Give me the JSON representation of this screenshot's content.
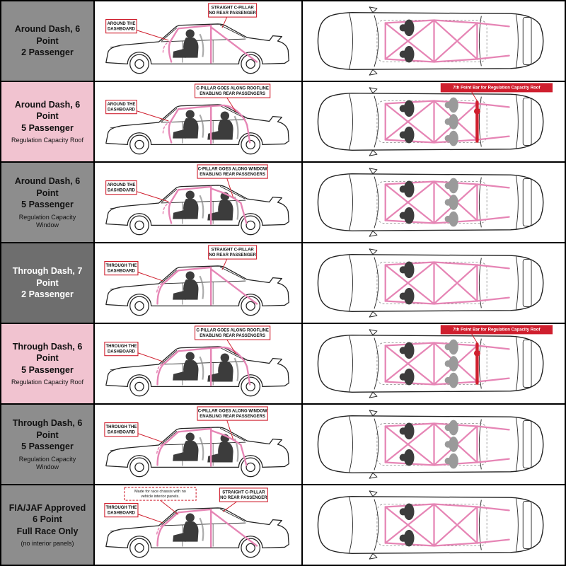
{
  "colors": {
    "cage_pink": "#e685b5",
    "red": "#cf1f2e",
    "figure_dark": "#3c3c3c",
    "figure_gray": "#9a9a9a",
    "outline": "#222222",
    "label_gray": "#8d8d8d",
    "label_dark": "#6e6e6e",
    "label_pink": "#f1c3d0"
  },
  "table": {
    "rows": [
      {
        "title_lines": [
          "Around Dash, 6 Point",
          "2 Passenger"
        ],
        "subtitle": "",
        "label_style": "gray",
        "dash_note": [
          "AROUND THE",
          "DASHBOARD"
        ],
        "pillar_note": [
          "STRAIGHT C-PILLAR",
          "NO REAR PASSENGER"
        ],
        "race_note": null,
        "top_note": null,
        "config": {
          "dash": "around",
          "cpillar": "straight",
          "passengers": 2,
          "seventh_point": false
        }
      },
      {
        "title_lines": [
          "Around Dash, 6 Point",
          "5 Passenger"
        ],
        "subtitle": "Regulation Capacity Roof",
        "label_style": "pink",
        "dash_note": [
          "AROUND THE",
          "DASHBOARD"
        ],
        "pillar_note": [
          "C-PILLAR GOES ALONG ROOFLINE",
          "ENABLING REAR PASSENGERS"
        ],
        "race_note": null,
        "top_note": "7th Point Bar for Regulation Capacity Roof",
        "config": {
          "dash": "around",
          "cpillar": "roofline",
          "passengers": 5,
          "seventh_point": true
        }
      },
      {
        "title_lines": [
          "Around Dash, 6 Point",
          "5 Passenger"
        ],
        "subtitle": "Regulation Capacity Window",
        "label_style": "gray",
        "dash_note": [
          "AROUND THE",
          "DASHBOARD"
        ],
        "pillar_note": [
          "C-PILLAR GOES ALONG WINDOW",
          "ENABLING REAR PASSENGERS"
        ],
        "race_note": null,
        "top_note": null,
        "config": {
          "dash": "around",
          "cpillar": "window",
          "passengers": 5,
          "seventh_point": false
        }
      },
      {
        "title_lines": [
          "Through Dash, 7 Point",
          "2 Passenger"
        ],
        "subtitle": "",
        "label_style": "dark",
        "dash_note": [
          "THROUGH THE",
          "DASHBOARD"
        ],
        "pillar_note": [
          "STRAIGHT C-PILLAR",
          "NO REAR PASSENGER"
        ],
        "race_note": null,
        "top_note": null,
        "config": {
          "dash": "through",
          "cpillar": "straight",
          "passengers": 2,
          "seventh_point": false
        }
      },
      {
        "title_lines": [
          "Through Dash, 6 Point",
          "5 Passenger"
        ],
        "subtitle": "Regulation Capacity Roof",
        "label_style": "pink",
        "dash_note": [
          "THROUGH THE",
          "DASHBOARD"
        ],
        "pillar_note": [
          "C-PILLAR GOES ALONG ROOFLINE",
          "ENABLING REAR PASSENGERS"
        ],
        "race_note": null,
        "top_note": "7th Point Bar for Regulation Capacity Roof",
        "config": {
          "dash": "through",
          "cpillar": "roofline",
          "passengers": 5,
          "seventh_point": true
        }
      },
      {
        "title_lines": [
          "Through Dash, 6 Point",
          "5 Passenger"
        ],
        "subtitle": "Regulation Capacity Window",
        "label_style": "gray",
        "dash_note": [
          "THROUGH THE",
          "DASHBOARD"
        ],
        "pillar_note": [
          "C-PILLAR GOES ALONG WINDOW",
          "ENABLING REAR PASSENGERS"
        ],
        "race_note": null,
        "top_note": null,
        "config": {
          "dash": "through",
          "cpillar": "window",
          "passengers": 5,
          "seventh_point": false
        }
      },
      {
        "title_lines": [
          "FIA/JAF Approved",
          "6 Point",
          "Full Race Only"
        ],
        "subtitle": "(no interior panels)",
        "label_style": "gray",
        "dash_note": [
          "THROUGH THE",
          "DASHBOARD"
        ],
        "pillar_note": [
          "STRAIGHT C-PILLAR",
          "NO REAR PASSENGER"
        ],
        "race_note": [
          "Made for race chassis with no",
          "vehicle interior panels."
        ],
        "top_note": null,
        "config": {
          "dash": "through",
          "cpillar": "straight",
          "passengers": 2,
          "seventh_point": false
        }
      }
    ]
  }
}
